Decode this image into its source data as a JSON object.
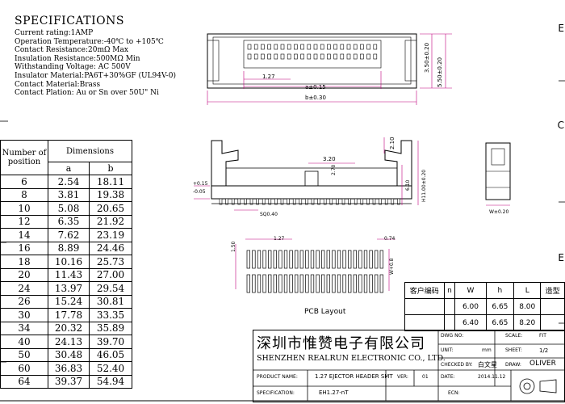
{
  "specs": {
    "title": "SPECIFICATIONS",
    "lines": [
      "Current rating:1AMP",
      "Operation Temperature:-40℃ to +105℃",
      "Contact Resistance:20mΩ Max",
      "Insulation Resistance:500MΩ Min",
      "Withstanding Voltage: AC 500V",
      "Insulator Material:PA6T+30%GF (UL94V-0)",
      "Contact Material:Brass",
      "Contact Plation: Au or Sn over 50U\" Ni"
    ]
  },
  "dimension_table": {
    "col_number": "Number of position",
    "col_dimensions": "Dimensions",
    "col_a": "a",
    "col_b": "b",
    "rows": [
      [
        "6",
        "2.54",
        "18.11"
      ],
      [
        "8",
        "3.81",
        "19.38"
      ],
      [
        "10",
        "5.08",
        "20.65"
      ],
      [
        "12",
        "6.35",
        "21.92"
      ],
      [
        "14",
        "7.62",
        "23.19"
      ],
      [
        "16",
        "8.89",
        "24.46"
      ],
      [
        "18",
        "10.16",
        "25.73"
      ],
      [
        "20",
        "11.43",
        "27.00"
      ],
      [
        "24",
        "13.97",
        "29.54"
      ],
      [
        "26",
        "15.24",
        "30.81"
      ],
      [
        "30",
        "17.78",
        "33.35"
      ],
      [
        "34",
        "20.32",
        "35.89"
      ],
      [
        "40",
        "24.13",
        "39.70"
      ],
      [
        "50",
        "30.48",
        "46.05"
      ],
      [
        "60",
        "36.83",
        "52.40"
      ],
      [
        "64",
        "39.37",
        "54.94"
      ]
    ]
  },
  "dims": {
    "top_pitch": "1.27",
    "a_tol": "a±0.15",
    "b_tol": "b±0.30",
    "h350": "3.50±0.20",
    "h550": "5.50±0.20",
    "d210": "2.10",
    "d320": "3.20",
    "d270": "2.70",
    "d610": "6.10",
    "d1100": "H11.00±0.20",
    "tol_plus": "+0.15",
    "tol_minus": "-0.05",
    "sq": "SQ0.40",
    "w": "W±0.20",
    "pcb_pitch": "1.27",
    "pcb_074": "0.74",
    "pcb_150": "1.50",
    "pcb_w": "W+0.8"
  },
  "pcb_label": "PCB Layout",
  "customer_table": {
    "headers": [
      "客户编码",
      "n",
      "W",
      "h",
      "L",
      "造型"
    ],
    "rows": [
      [
        "",
        "",
        "6.00",
        "6.65",
        "8.00",
        ""
      ],
      [
        "",
        "",
        "6.40",
        "6.65",
        "8.20",
        ""
      ]
    ]
  },
  "title_block": {
    "company_cn": "深圳市惟赞电子有限公司",
    "company_en": "SHENZHEN REALRUN ELECTRONIC CO., LTD.",
    "dwg_no_label": "DWG NO:",
    "scale_label": "SCALE:",
    "scale_value": "FIT",
    "unit_label": "UNIT:",
    "unit_value": "mm",
    "sheet_label": "SHEET:",
    "sheet_value": "1/2",
    "checked_label": "CHECKED BY:",
    "checked_value": "白文星",
    "draw_label": "DRAW:",
    "draw_value": "OLIVER",
    "product_label": "PRODUCT NAME:",
    "product_value": "1.27 EJECTOR HEADER SMT",
    "ver_label": "VER:",
    "ver_value": "01",
    "date_label": "DATE:",
    "date_value": "2014.11.12",
    "spec_label": "SPECIFICATION:",
    "spec_value": "EH1.27-nT",
    "ecn_label": "ECN:"
  },
  "edge_letters": [
    "E",
    "C",
    "E"
  ]
}
